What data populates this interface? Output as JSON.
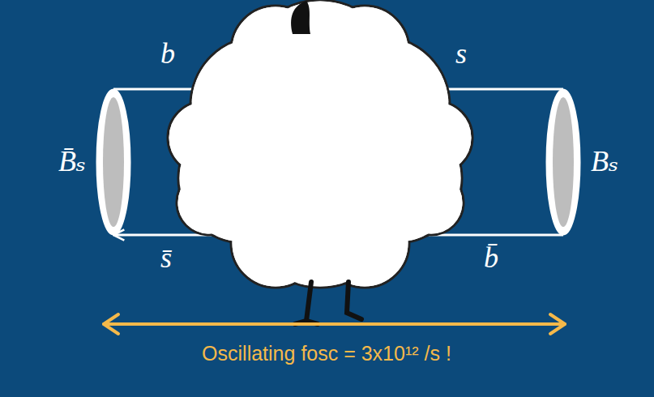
{
  "diagram": {
    "nodes": [
      {
        "text": [
          "B̄ₛ"
        ]
      },
      {
        "text": [
          "Bₛ"
        ]
      }
    ],
    "edges": [
      {
        "from": 0,
        "to": 1,
        "arrow": "none"
      },
      {
        "from": 1,
        "to": 0,
        "arrow": "to"
      }
    ],
    "labels": [
      "b",
      "s",
      "s̄",
      "b̄",
      "Oscillating fosc = 3x10¹² /s !"
    ]
  }
}
